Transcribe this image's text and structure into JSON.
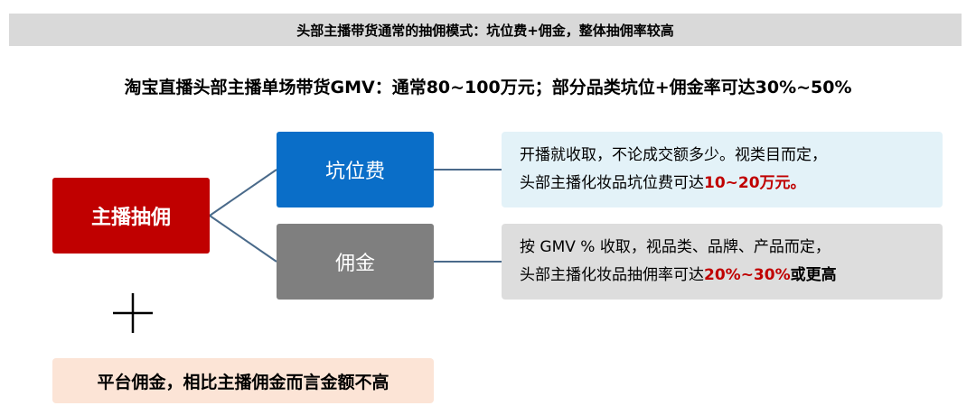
{
  "header": {
    "title": "头部主播带货通常的抽佣模式：坑位费+佣金，整体抽佣率较高"
  },
  "subtitle": "淘宝直播头部主播单场带货GMV：通常80~100万元；部分品类坑位+佣金率可达30%~50%",
  "tree": {
    "root": "主播抽佣",
    "branches": [
      {
        "label": "坑位费",
        "desc_line1": "开播就收取，不论成交额多少。视类目而定，",
        "desc_line2_prefix": "头部主播化妆品坑位费可达",
        "desc_line2_highlight": "10~20万元。",
        "desc_line2_suffix": ""
      },
      {
        "label": "佣金",
        "desc_line1": "按 GMV % 收取，视品类、品牌、产品而定，",
        "desc_line2_prefix": "头部主播化妆品抽佣率可达",
        "desc_line2_highlight": "20%~30%",
        "desc_line2_suffix": "或更高"
      }
    ]
  },
  "footer": {
    "text": "平台佣金，相比主播佣金而言金额不高"
  },
  "colors": {
    "root": "#c00000",
    "branch1": "#0a6ec8",
    "branch2": "#7f7f7f",
    "desc1_bg": "#e3f2f8",
    "desc2_bg": "#dddddd",
    "footer_bg": "#fce4d6",
    "highlight": "#c00000",
    "connector": "#4a6a8a"
  }
}
